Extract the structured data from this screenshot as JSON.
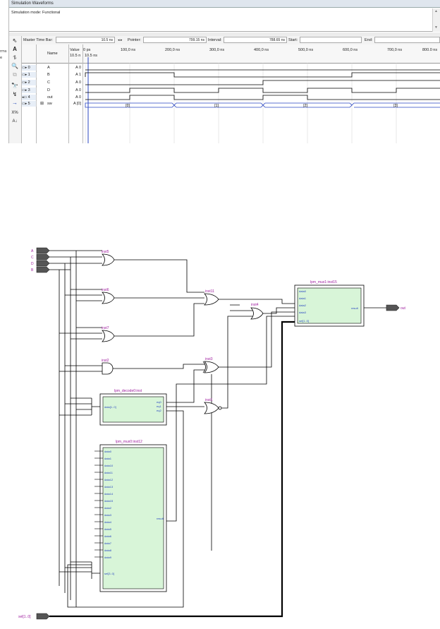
{
  "window": {
    "title": "Simulation Waveforms",
    "mode_text": "Simulation mode: Functional",
    "left_strip": [
      "rms",
      "e"
    ]
  },
  "toolbar": {
    "master_time_bar_label": "Master Time Bar:",
    "master_time_bar_value": "10.5 ns",
    "pointer_label": "Pointer:",
    "pointer_value": "799.15 ns",
    "interval_label": "Interval:",
    "interval_value": "788.65 ns",
    "start_label": "Start:",
    "start_value": "",
    "end_label": "End:",
    "end_value": ""
  },
  "waveform": {
    "name_header": "Name",
    "value_header": "Value",
    "value_header_time": "10.5 n",
    "time_ticks": [
      "0 ps",
      "100,0 ns",
      "200,0 ns",
      "300,0 ns",
      "400,0 ns",
      "500,0 ns",
      "600,0 ns",
      "700,0 ns",
      "800.0 ns"
    ],
    "cursor_label": "10.5 ns",
    "signals": [
      {
        "index": "0",
        "name": "A",
        "value": "A 0"
      },
      {
        "index": "1",
        "name": "B",
        "value": "A 1"
      },
      {
        "index": "2",
        "name": "C",
        "value": "A 0"
      },
      {
        "index": "3",
        "name": "D",
        "value": "A 0"
      },
      {
        "index": "4",
        "name": "out",
        "value": "A 0"
      },
      {
        "index": "5",
        "name": "sw",
        "value": "A [0]"
      }
    ],
    "bus_labels": [
      "[0]",
      "[1]",
      "[2]",
      "[3]"
    ]
  },
  "schematic": {
    "inputs": [
      "A",
      "C",
      "D",
      "B"
    ],
    "sel_input": "sel[1..0]",
    "output": "out",
    "gates": {
      "inst5": "inst5",
      "inst6": "inst6",
      "inst7": "inst7",
      "inst2": "inst2",
      "inst11": "inst11",
      "inst4": "inst4",
      "inst3": "inst3",
      "inst1": "inst1"
    },
    "decoder": {
      "title": "lpm_decode0:inst",
      "ports_in": [
        "data[1..0]"
      ],
      "ports_out": [
        "eq0",
        "eq1",
        "eq2"
      ]
    },
    "mux_big": {
      "title": "lpm_mux0:inst12",
      "ports": [
        "data0",
        "data1",
        "data10",
        "data11",
        "data12",
        "data13",
        "data14",
        "data15",
        "data2",
        "data3",
        "data4",
        "data5",
        "data6",
        "data7",
        "data8",
        "data9",
        "sel[3..0]"
      ],
      "out": "result"
    },
    "mux_small": {
      "title": "lpm_mux1:inst15",
      "ports": [
        "data0",
        "data1",
        "data2",
        "data3",
        "sel[1..0]"
      ],
      "out": "result"
    }
  }
}
